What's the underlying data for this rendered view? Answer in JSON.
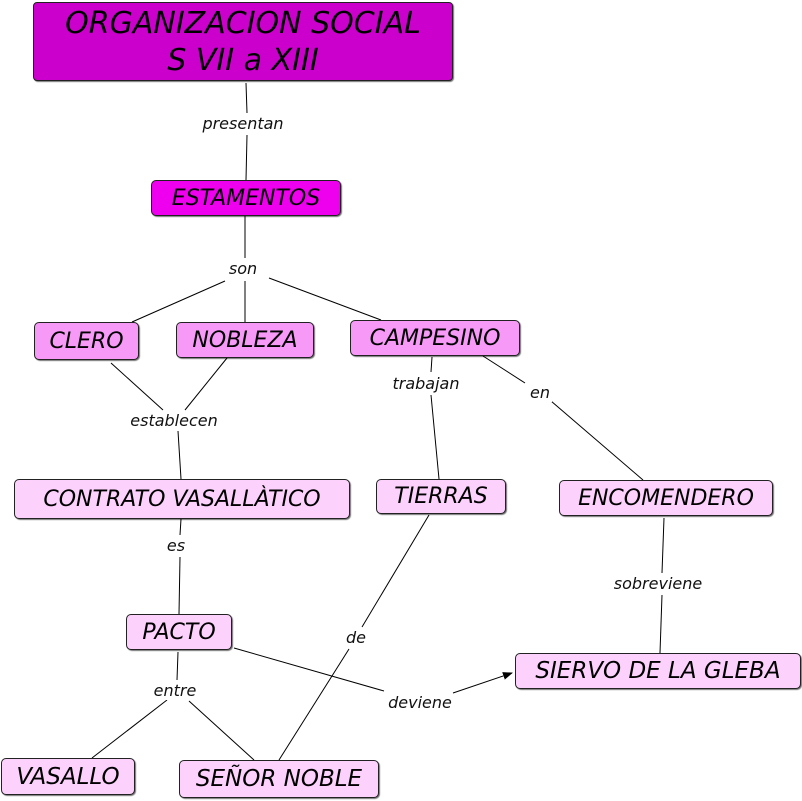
{
  "colors": {
    "title_fill": "#cc00cc",
    "primary_fill": "#ee00ee",
    "secondary_fill": "#f799f7",
    "tertiary_fill": "#fcd2fc",
    "line": "#000000"
  },
  "nodes": {
    "title_line1": "ORGANIZACION SOCIAL",
    "title_line2": "S VII a XIII",
    "estamentos": "ESTAMENTOS",
    "clero": "CLERO",
    "nobleza": "NOBLEZA",
    "campesino": "CAMPESINO",
    "contrato": "CONTRATO VASALLÀTICO",
    "tierras": "TIERRAS",
    "encomendero": "ENCOMENDERO",
    "pacto": "PACTO",
    "siervo": "SIERVO DE LA GLEBA",
    "vasallo": "VASALLO",
    "senor": "SEÑOR NOBLE"
  },
  "links": {
    "presentan": "presentan",
    "son": "son",
    "establecen": "establecen",
    "trabajan": "trabajan",
    "en": "en",
    "es": "es",
    "sobreviene": "sobreviene",
    "de": "de",
    "entre": "entre",
    "deviene": "deviene"
  }
}
